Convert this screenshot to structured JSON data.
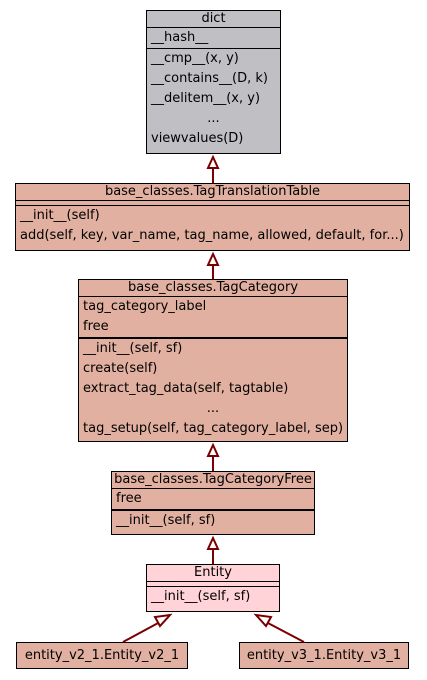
{
  "colors": {
    "dict_fill": "#c0bfc4",
    "base_fill": "#e2b0a0",
    "entity_fill": "#ffd3d7",
    "arrow": "#7a0000"
  },
  "dict": {
    "title": "dict",
    "attributes": [
      "__hash__"
    ],
    "methods": [
      "__cmp__(x, y)",
      "__contains__(D, k)",
      "__delitem__(x, y)",
      "...",
      "viewvalues(D)"
    ]
  },
  "tag_translation_table": {
    "title": "base_classes.TagTranslationTable",
    "methods": [
      "__init__(self)",
      "add(self, key, var_name, tag_name, allowed, default, for...)"
    ]
  },
  "tag_category": {
    "title": "base_classes.TagCategory",
    "attributes": [
      "tag_category_label",
      "free"
    ],
    "methods": [
      "__init__(self, sf)",
      "create(self)",
      "extract_tag_data(self, tagtable)",
      "...",
      "tag_setup(self, tag_category_label, sep)"
    ]
  },
  "tag_category_free": {
    "title": "base_classes.TagCategoryFree",
    "attributes": [
      "free"
    ],
    "methods": [
      "__init__(self, sf)"
    ]
  },
  "entity": {
    "title": "Entity",
    "methods": [
      "__init__(self, sf)"
    ]
  },
  "entity_v2_1": {
    "title": "entity_v2_1.Entity_v2_1"
  },
  "entity_v3_1": {
    "title": "entity_v3_1.Entity_v3_1"
  }
}
